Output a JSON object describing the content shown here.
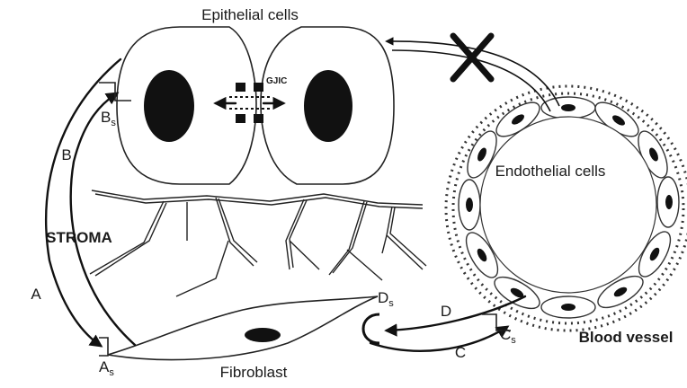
{
  "labels": {
    "epithelial_cells": "Epithelial cells",
    "gjic": "GJIC",
    "stroma": "STROMA",
    "endothelial_cells": "Endothelial cells",
    "blood_vessel": "Blood vessel",
    "fibroblast": "Fibroblast"
  },
  "pathways": {
    "a": "A",
    "b": "B",
    "c": "C",
    "d": "D"
  },
  "receptors": {
    "a_main": "A",
    "a_sub": "s",
    "b_main": "B",
    "b_sub": "s",
    "c_main": "C",
    "c_sub": "s",
    "d_main": "D",
    "d_sub": "s"
  }
}
